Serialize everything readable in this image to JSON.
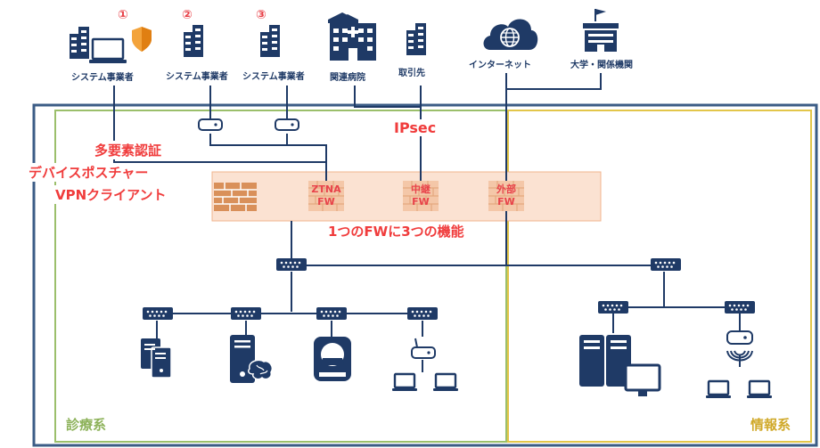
{
  "entities": {
    "vendor1": {
      "number": "①",
      "label": "システム事業者"
    },
    "vendor2": {
      "number": "②",
      "label": "システム事業者"
    },
    "vendor3": {
      "number": "③",
      "label": "システム事業者"
    },
    "related_hospital": {
      "label": "関連病院"
    },
    "business_partner": {
      "label": "取引先"
    },
    "internet": {
      "label": "インターネット"
    },
    "university": {
      "label": "大学・関係機関"
    }
  },
  "annotations": {
    "ipsec": "IPsec",
    "line1": "多要素認証",
    "line2": "デバイスポスチャー",
    "line3": "VPNクライアント",
    "fw_caption": "1つのFWに3つの機能"
  },
  "firewalls": {
    "ztna": {
      "line1": "ZTNA",
      "line2": "FW"
    },
    "relay": {
      "line1": "中継",
      "line2": "FW"
    },
    "external": {
      "line1": "外部",
      "line2": "FW"
    }
  },
  "zones": {
    "clinical": {
      "label": "診療系",
      "color": "#9bbf6b"
    },
    "information": {
      "label": "情報系",
      "color": "#d8b73c"
    }
  },
  "colors": {
    "navy": "#1f3a66",
    "accent_red": "#f03c3c",
    "fw_band": "#fbe2d2",
    "brick": "#d9905a",
    "frame": "#3b5c86"
  }
}
